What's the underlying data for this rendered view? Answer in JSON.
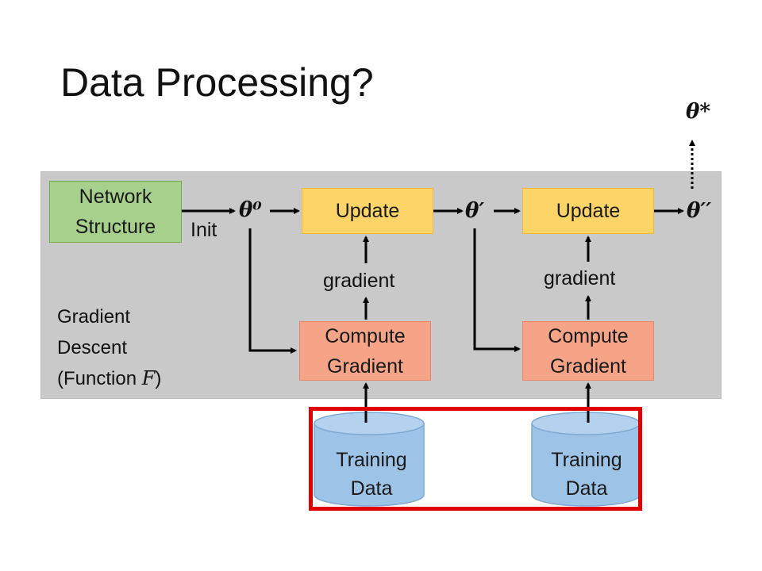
{
  "slide": {
    "title": "Data Processing?"
  },
  "diagram": {
    "network_structure": [
      "Network",
      "Structure"
    ],
    "init_label": "Init",
    "update_label": "Update",
    "compute_gradient": [
      "Compute",
      "Gradient"
    ],
    "gradient_label": "gradient",
    "theta_0": "θ⁰",
    "theta_1": "θ′",
    "theta_2": "θ′′",
    "theta_star": "θ*",
    "side_label": {
      "line1": "Gradient",
      "line2": "Descent",
      "line3_prefix": "(Function ",
      "line3_var": "F",
      "line3_suffix": ")"
    },
    "training_data": [
      "Training",
      "Data"
    ],
    "colors": {
      "panel": "#c9c9c9",
      "network": "#a8d08d",
      "update": "#fdd467",
      "compute": "#f5a488",
      "cylinder": "#9dc3e6",
      "highlight": "#e00000"
    }
  }
}
